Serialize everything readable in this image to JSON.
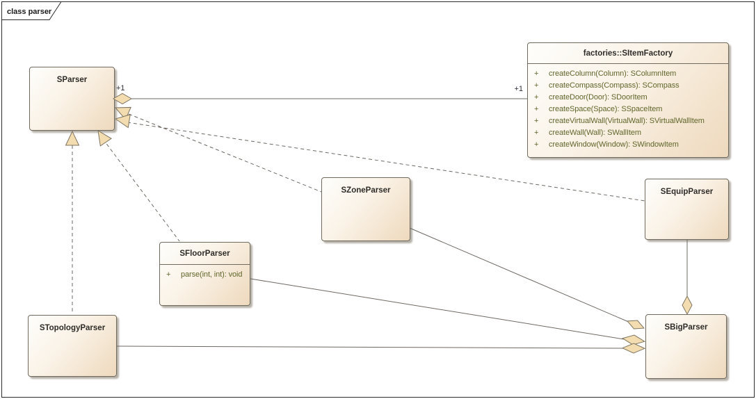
{
  "diagram": {
    "frame_label": "class parser",
    "type": "uml-class-diagram"
  },
  "multiplicity": {
    "sparser_end": "+1",
    "factory_end": "+1"
  },
  "colors": {
    "box_fill_light": "#fefefc",
    "box_fill_dark": "#eed9bd",
    "box_border": "#6f695e",
    "box_shadow": "#b6b1a8",
    "name_text": "#2e2c28",
    "method_text": "#5f652a",
    "connector_line": "#6d6862",
    "arrowhead_fill": "#f3ddb0",
    "frame_border": "#2b2b2b"
  },
  "classes": {
    "sparser": {
      "name": "SParser"
    },
    "item_factory": {
      "name": "factories::SItemFactory",
      "methods": [
        {
          "visibility": "+",
          "signature": "createColumn(Column): SColumnItem"
        },
        {
          "visibility": "+",
          "signature": "createCompass(Compass): SCompass"
        },
        {
          "visibility": "+",
          "signature": "createDoor(Door): SDoorItem"
        },
        {
          "visibility": "+",
          "signature": "createSpace(Space): SSpaceItem"
        },
        {
          "visibility": "+",
          "signature": "createVirtualWall(VirtualWall): SVirtualWallItem"
        },
        {
          "visibility": "+",
          "signature": "createWall(Wall): SWallItem"
        },
        {
          "visibility": "+",
          "signature": "createWindow(Window): SWindowItem"
        }
      ]
    },
    "zone_parser": {
      "name": "SZoneParser"
    },
    "equip_parser": {
      "name": "SEquipParser"
    },
    "floor_parser": {
      "name": "SFloorParser",
      "methods": [
        {
          "visibility": "+",
          "signature": "parse(int, int): void"
        }
      ]
    },
    "topology_parser": {
      "name": "STopologyParser"
    },
    "big_parser": {
      "name": "SBigParser"
    }
  },
  "relationships": [
    {
      "type": "aggregation",
      "aggregate": "SParser",
      "part": "factories::SItemFactory",
      "aggregate_label": "+1",
      "part_label": "+1",
      "line": "solid"
    },
    {
      "type": "realization",
      "source": "SZoneParser",
      "target": "SParser",
      "line": "dashed"
    },
    {
      "type": "realization",
      "source": "SEquipParser",
      "target": "SParser",
      "line": "dashed"
    },
    {
      "type": "realization",
      "source": "STopologyParser",
      "target": "SParser",
      "line": "dashed"
    },
    {
      "type": "realization",
      "source": "SFloorParser",
      "target": "SParser",
      "line": "dashed"
    },
    {
      "type": "aggregation",
      "aggregate": "SBigParser",
      "part": "SZoneParser",
      "line": "solid"
    },
    {
      "type": "aggregation",
      "aggregate": "SBigParser",
      "part": "SFloorParser",
      "line": "solid"
    },
    {
      "type": "aggregation",
      "aggregate": "SBigParser",
      "part": "STopologyParser",
      "line": "solid"
    },
    {
      "type": "aggregation",
      "aggregate": "SBigParser",
      "part": "SEquipParser",
      "line": "solid"
    }
  ]
}
